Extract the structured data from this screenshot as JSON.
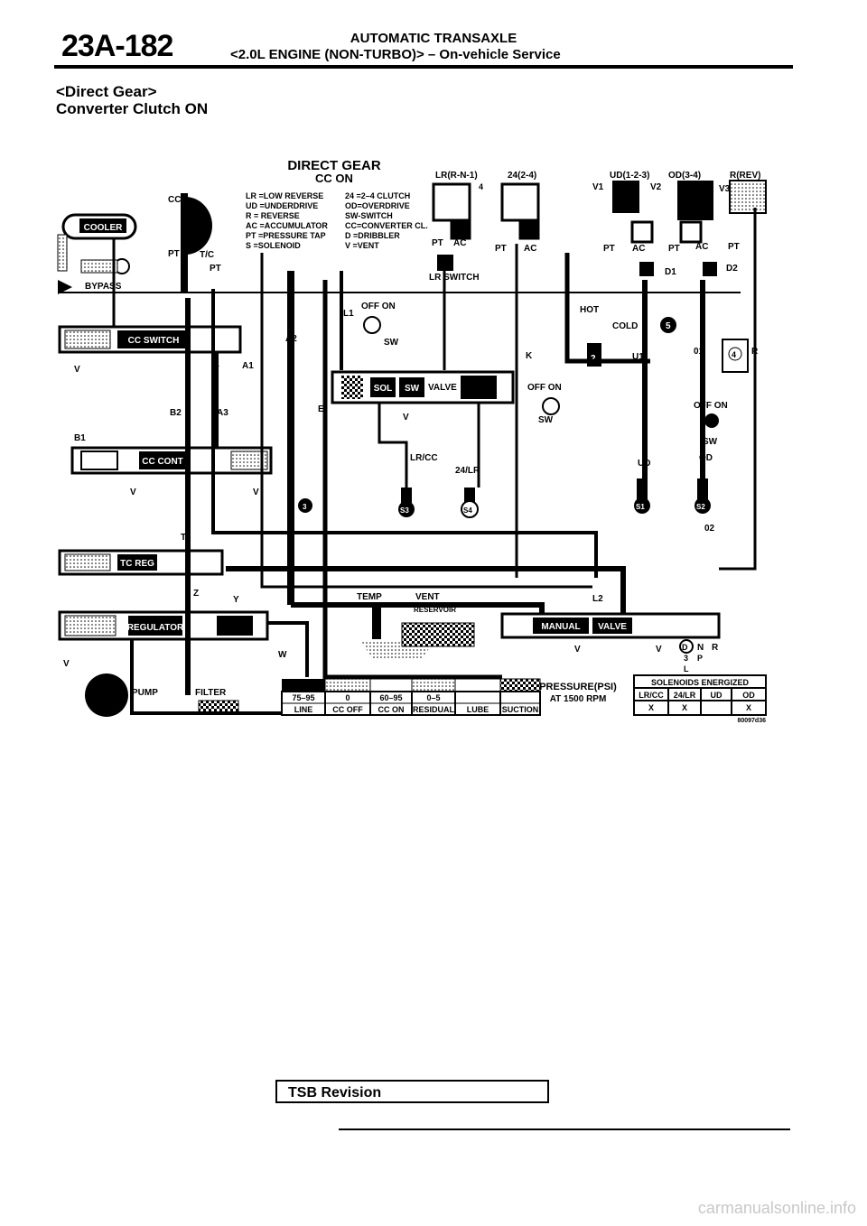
{
  "header": {
    "page_number": "23A-182",
    "title": "AUTOMATIC TRANSAXLE",
    "subtitle": "<2.0L ENGINE (NON-TURBO)> – On-vehicle Service"
  },
  "section": {
    "line1": "<Direct Gear>",
    "line2": "Converter Clutch ON"
  },
  "diagram": {
    "title": "DIRECT GEAR",
    "subtitle": "CC ON",
    "legend": [
      "LR =LOW REVERSE",
      "UD =UNDERDRIVE",
      "R = REVERSE",
      "AC =ACCUMULATOR",
      "PT =PRESSURE TAP",
      "S =SOLENOID",
      "24 =2–4 CLUTCH",
      "OD=OVERDRIVE",
      "SW-SWITCH",
      "CC=CONVERTER CL.",
      "D =DRIBBLER",
      "V =VENT"
    ],
    "clutches": {
      "lr": "LR(R-N-1)",
      "c24": "24(2-4)",
      "ud": "UD(1-2-3)",
      "od": "OD(3-4)",
      "rev": "R(REV)"
    },
    "labels": {
      "cc": "CC",
      "tc": "T/C",
      "cooler": "COOLER",
      "bypass": "BYPASS",
      "pt": "PT",
      "ac": "AC",
      "lr_switch": "LR SWITCH",
      "l1": "L1",
      "off_on": "OFF ON",
      "sw": "SW",
      "a2": "A2",
      "a1": "A1",
      "cc_switch": "CC SWITCH",
      "sol": "SOL",
      "valve": "VALVE",
      "b1": "B1",
      "b2": "B2",
      "a3": "A3",
      "e": "E",
      "v": "V",
      "k": "K",
      "hot": "HOT",
      "cold": "COLD",
      "u1": "U1",
      "o1": "01",
      "r": "R",
      "cc_cont": "CC CONT",
      "lr_cc": "LR/CC",
      "c24lr": "24/LR",
      "ud": "UD",
      "od": "OD",
      "s1": "S1",
      "s2": "S2",
      "s3": "S3",
      "s4": "S4",
      "n3": "3",
      "n2": "2",
      "n5": "5",
      "n4": "4",
      "o2": "02",
      "t": "T",
      "tc_reg": "TC REG",
      "z": "Z",
      "y": "Y",
      "temp": "TEMP",
      "vent": "VENT",
      "reservoir": "RESERVOIR",
      "l2": "L2",
      "manual": "MANUAL",
      "w": "W",
      "regulator": "REGULATOR",
      "pump": "PUMP",
      "filter": "FILTER",
      "v1": "V1",
      "v2": "V2",
      "v3": "V3",
      "d1": "D1",
      "d2": "D2",
      "d": "D",
      "n": "N",
      "p": "P",
      "three": "3",
      "l": "L",
      "fig_code": "80097d36"
    },
    "pressure_table": {
      "values": [
        "75–95",
        "0",
        "60–95",
        "0–5"
      ],
      "names": [
        "LINE",
        "CC OFF",
        "CC ON",
        "RESIDUAL",
        "LUBE",
        "SUCTION"
      ],
      "title1": "PRESSURE(PSI)",
      "title2": "AT 1500 RPM"
    },
    "solenoids": {
      "title": "SOLENOIDS ENERGIZED",
      "headers": [
        "LR/CC",
        "24/LR",
        "UD",
        "OD"
      ],
      "marks": [
        "X",
        "X",
        "",
        "X"
      ]
    }
  },
  "footer": {
    "tsb": "TSB Revision",
    "watermark": "carmanualsonline.info"
  }
}
